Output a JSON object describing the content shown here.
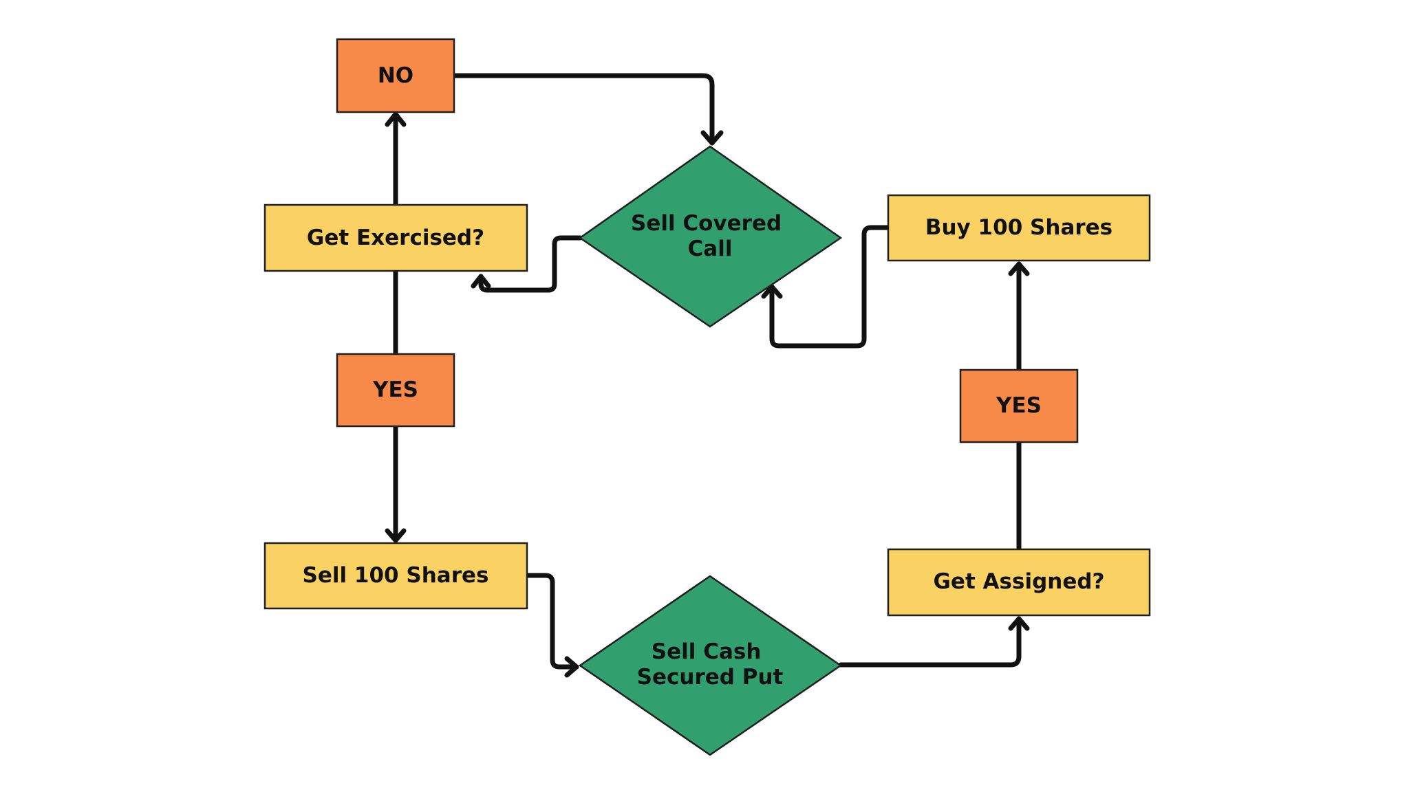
{
  "colors": {
    "process_fill": "#fad264",
    "decision_fill": "#32a06e",
    "answer_fill": "#f78a48",
    "line": "#111111"
  },
  "nodes": {
    "no": "NO",
    "get_exercised": "Get Exercised?",
    "yes_left": "YES",
    "sell_shares": "Sell 100 Shares",
    "sell_covered_call": [
      "Sell Covered",
      "Call"
    ],
    "sell_cash_secured_put": [
      "Sell Cash",
      "Secured Put"
    ],
    "buy_shares": "Buy 100 Shares",
    "yes_right": "YES",
    "get_assigned": "Get Assigned?"
  },
  "edges": [
    {
      "from": "no",
      "to": "sell_covered_call"
    },
    {
      "from": "sell_covered_call",
      "to": "get_exercised"
    },
    {
      "from": "get_exercised",
      "to": "no"
    },
    {
      "from": "get_exercised",
      "to": "yes_left"
    },
    {
      "from": "yes_left",
      "to": "sell_shares"
    },
    {
      "from": "sell_shares",
      "to": "sell_cash_secured_put"
    },
    {
      "from": "sell_cash_secured_put",
      "to": "get_assigned"
    },
    {
      "from": "get_assigned",
      "to": "yes_right"
    },
    {
      "from": "yes_right",
      "to": "buy_shares"
    },
    {
      "from": "buy_shares",
      "to": "sell_covered_call"
    }
  ]
}
